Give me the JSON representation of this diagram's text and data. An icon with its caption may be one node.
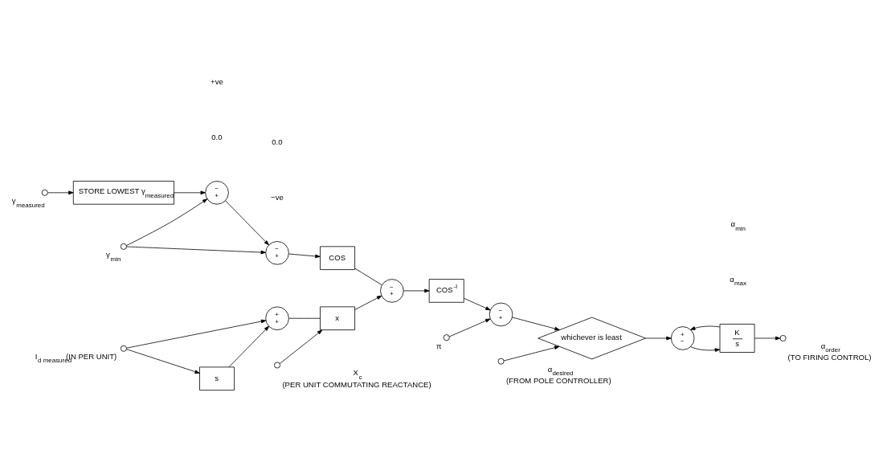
{
  "diagram": {
    "nodes": [
      {
        "text": [],
        "shape": "circle",
        "beside": [
          "γ$_{measured}$"
        ]
      },
      {
        "text": [
          "STORE LOWEST γ$_{measured}$"
        ]
      },
      {
        "text": [
          "−",
          "+"
        ]
      },
      {
        "text": [],
        "shape": "circle",
        "beside": [
          "γ$_{min}$"
        ]
      },
      {
        "text": [
          "−",
          "+"
        ]
      },
      {
        "text": [
          "COS"
        ]
      },
      {
        "text": [],
        "shape": "circle",
        "beside": [
          "I$_{d measured}$ (IN PER UNIT)"
        ]
      },
      {
        "text": [
          "s"
        ]
      },
      {
        "text": [
          "+",
          "+"
        ]
      },
      {
        "text": [],
        "shape": "circle",
        "beside": [
          "X$_{c}$",
          "(PER UNIT COMMUTATING REACTANCE)"
        ]
      },
      {
        "text": [
          "x"
        ]
      },
      {
        "text": [
          "−",
          "+"
        ]
      },
      {
        "text": [
          "COS$^{-l}$"
        ]
      },
      {
        "text": [
          "−",
          "+"
        ]
      },
      {
        "text": [],
        "shape": "circle",
        "beside": [
          "π"
        ]
      },
      {
        "text": [
          "whichever is least"
        ]
      },
      {
        "text": [],
        "shape": "circle",
        "beside": [
          "α$_{desired}$",
          "(FROM POLE CONTROLLER)"
        ]
      },
      {
        "text": [
          "+",
          "−"
        ]
      },
      {
        "text": [
          "K",
          "s"
        ]
      },
      {
        "text": [],
        "shape": "circle",
        "beside": [
          "α$_{order}$",
          "(TO FIRING CONTROL)"
        ]
      }
    ],
    "edges": [
      {
        "from": 0,
        "to": 1,
        "arrow": "to"
      },
      {
        "from": 1,
        "to": 2,
        "arrow": "to"
      },
      {
        "from": 3,
        "to": 2,
        "arrow": "to"
      },
      {
        "from": 3,
        "to": 4,
        "arrow": "to"
      },
      {
        "from": 2,
        "to": 4,
        "arrow": "to"
      },
      {
        "from": 4,
        "to": 5,
        "arrow": "to"
      },
      {
        "from": 5,
        "to": 11,
        "arrow": "none"
      },
      {
        "from": 6,
        "to": 8,
        "arrow": "to"
      },
      {
        "from": 6,
        "to": 7,
        "arrow": "to"
      },
      {
        "from": 7,
        "to": 8,
        "arrow": "to"
      },
      {
        "from": 8,
        "to": 10,
        "arrow": "none"
      },
      {
        "from": 9,
        "to": 10,
        "arrow": "to"
      },
      {
        "from": 10,
        "to": 11,
        "arrow": "to"
      },
      {
        "from": 11,
        "to": 12,
        "arrow": "to"
      },
      {
        "from": 12,
        "to": 13,
        "arrow": "to"
      },
      {
        "from": 14,
        "to": 13,
        "arrow": "to"
      },
      {
        "from": 13,
        "to": 15,
        "arrow": "to"
      },
      {
        "from": 16,
        "to": 15,
        "arrow": "to"
      },
      {
        "from": 15,
        "to": 17,
        "arrow": "to"
      },
      {
        "from": 17,
        "to": 18,
        "arrow": "to"
      },
      {
        "from": 18,
        "to": 19,
        "arrow": "to"
      },
      {
        "from": 18,
        "to": 17,
        "arrow": "to"
      }
    ],
    "labels": [
      "0.0",
      "+ve",
      "−ve",
      "0.0",
      "α$_{max}$",
      "α$_{min}$"
    ]
  }
}
